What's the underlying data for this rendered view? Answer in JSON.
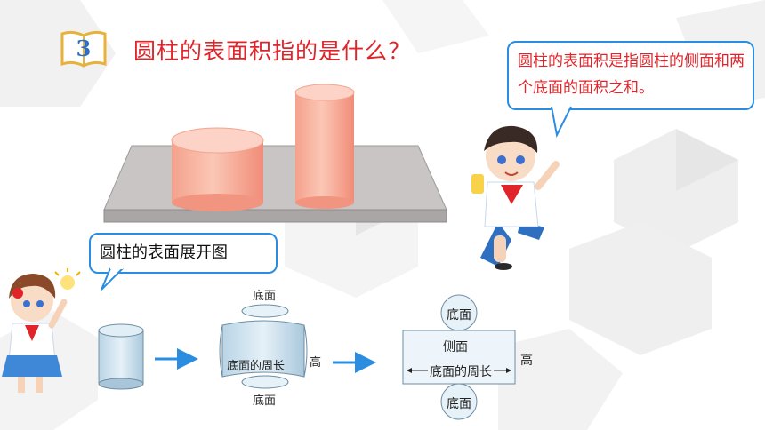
{
  "question": {
    "number": "3",
    "title": "圆柱的表面积指的是什么？"
  },
  "answer_bubble": {
    "text": "圆柱的表面积是指圆柱的侧面和两个底面的面积之和。"
  },
  "net_bubble": {
    "text": "圆柱的表面展开图"
  },
  "net_diagram": {
    "top_label": "底面",
    "bottom_label": "底面",
    "circumference_label": "底面的周长",
    "height_label": "高",
    "final_top_circle": "底面",
    "final_bottom_circle": "底面",
    "side_label": "侧面",
    "final_circumference": "底面的周长",
    "final_height": "高"
  },
  "colors": {
    "title_red": "#e0242a",
    "bubble_border": "#2b8de0",
    "arrow_blue": "#2b8de0",
    "cylinder_pink": "#f7a08e"
  }
}
